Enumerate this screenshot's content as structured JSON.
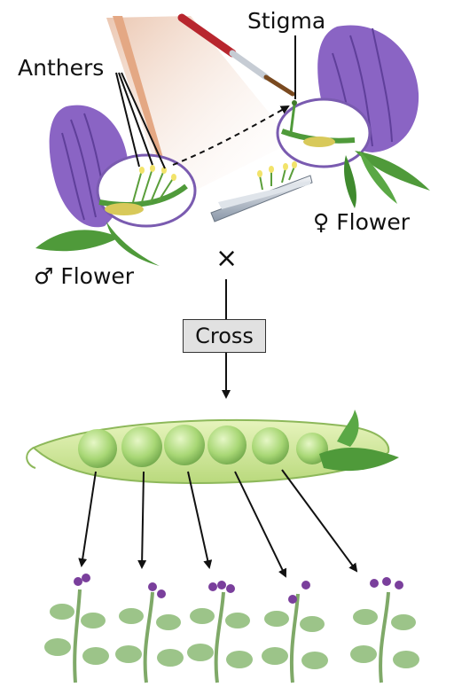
{
  "labels": {
    "anthers": "Anthers",
    "stigma": "Stigma",
    "female_flower": "♀ Flower",
    "male_flower": "♂ Flower",
    "cross_symbol": "×",
    "cross_box": "Cross"
  },
  "colors": {
    "petal_purple": "#8a64c4",
    "petal_dark": "#5f3f9a",
    "leaf_green": "#4f9a3a",
    "pod_green": "#cfe79a",
    "pea_green": "#9fd46a",
    "plant_green": "#9cc489",
    "plant_flower": "#7a3f9c",
    "brush_red": "#b8262e",
    "arrow": "#111111"
  },
  "icons": [
    "paintbrush-icon",
    "tweezers-icon",
    "pea-pod-icon",
    "pea-plant-icon"
  ]
}
